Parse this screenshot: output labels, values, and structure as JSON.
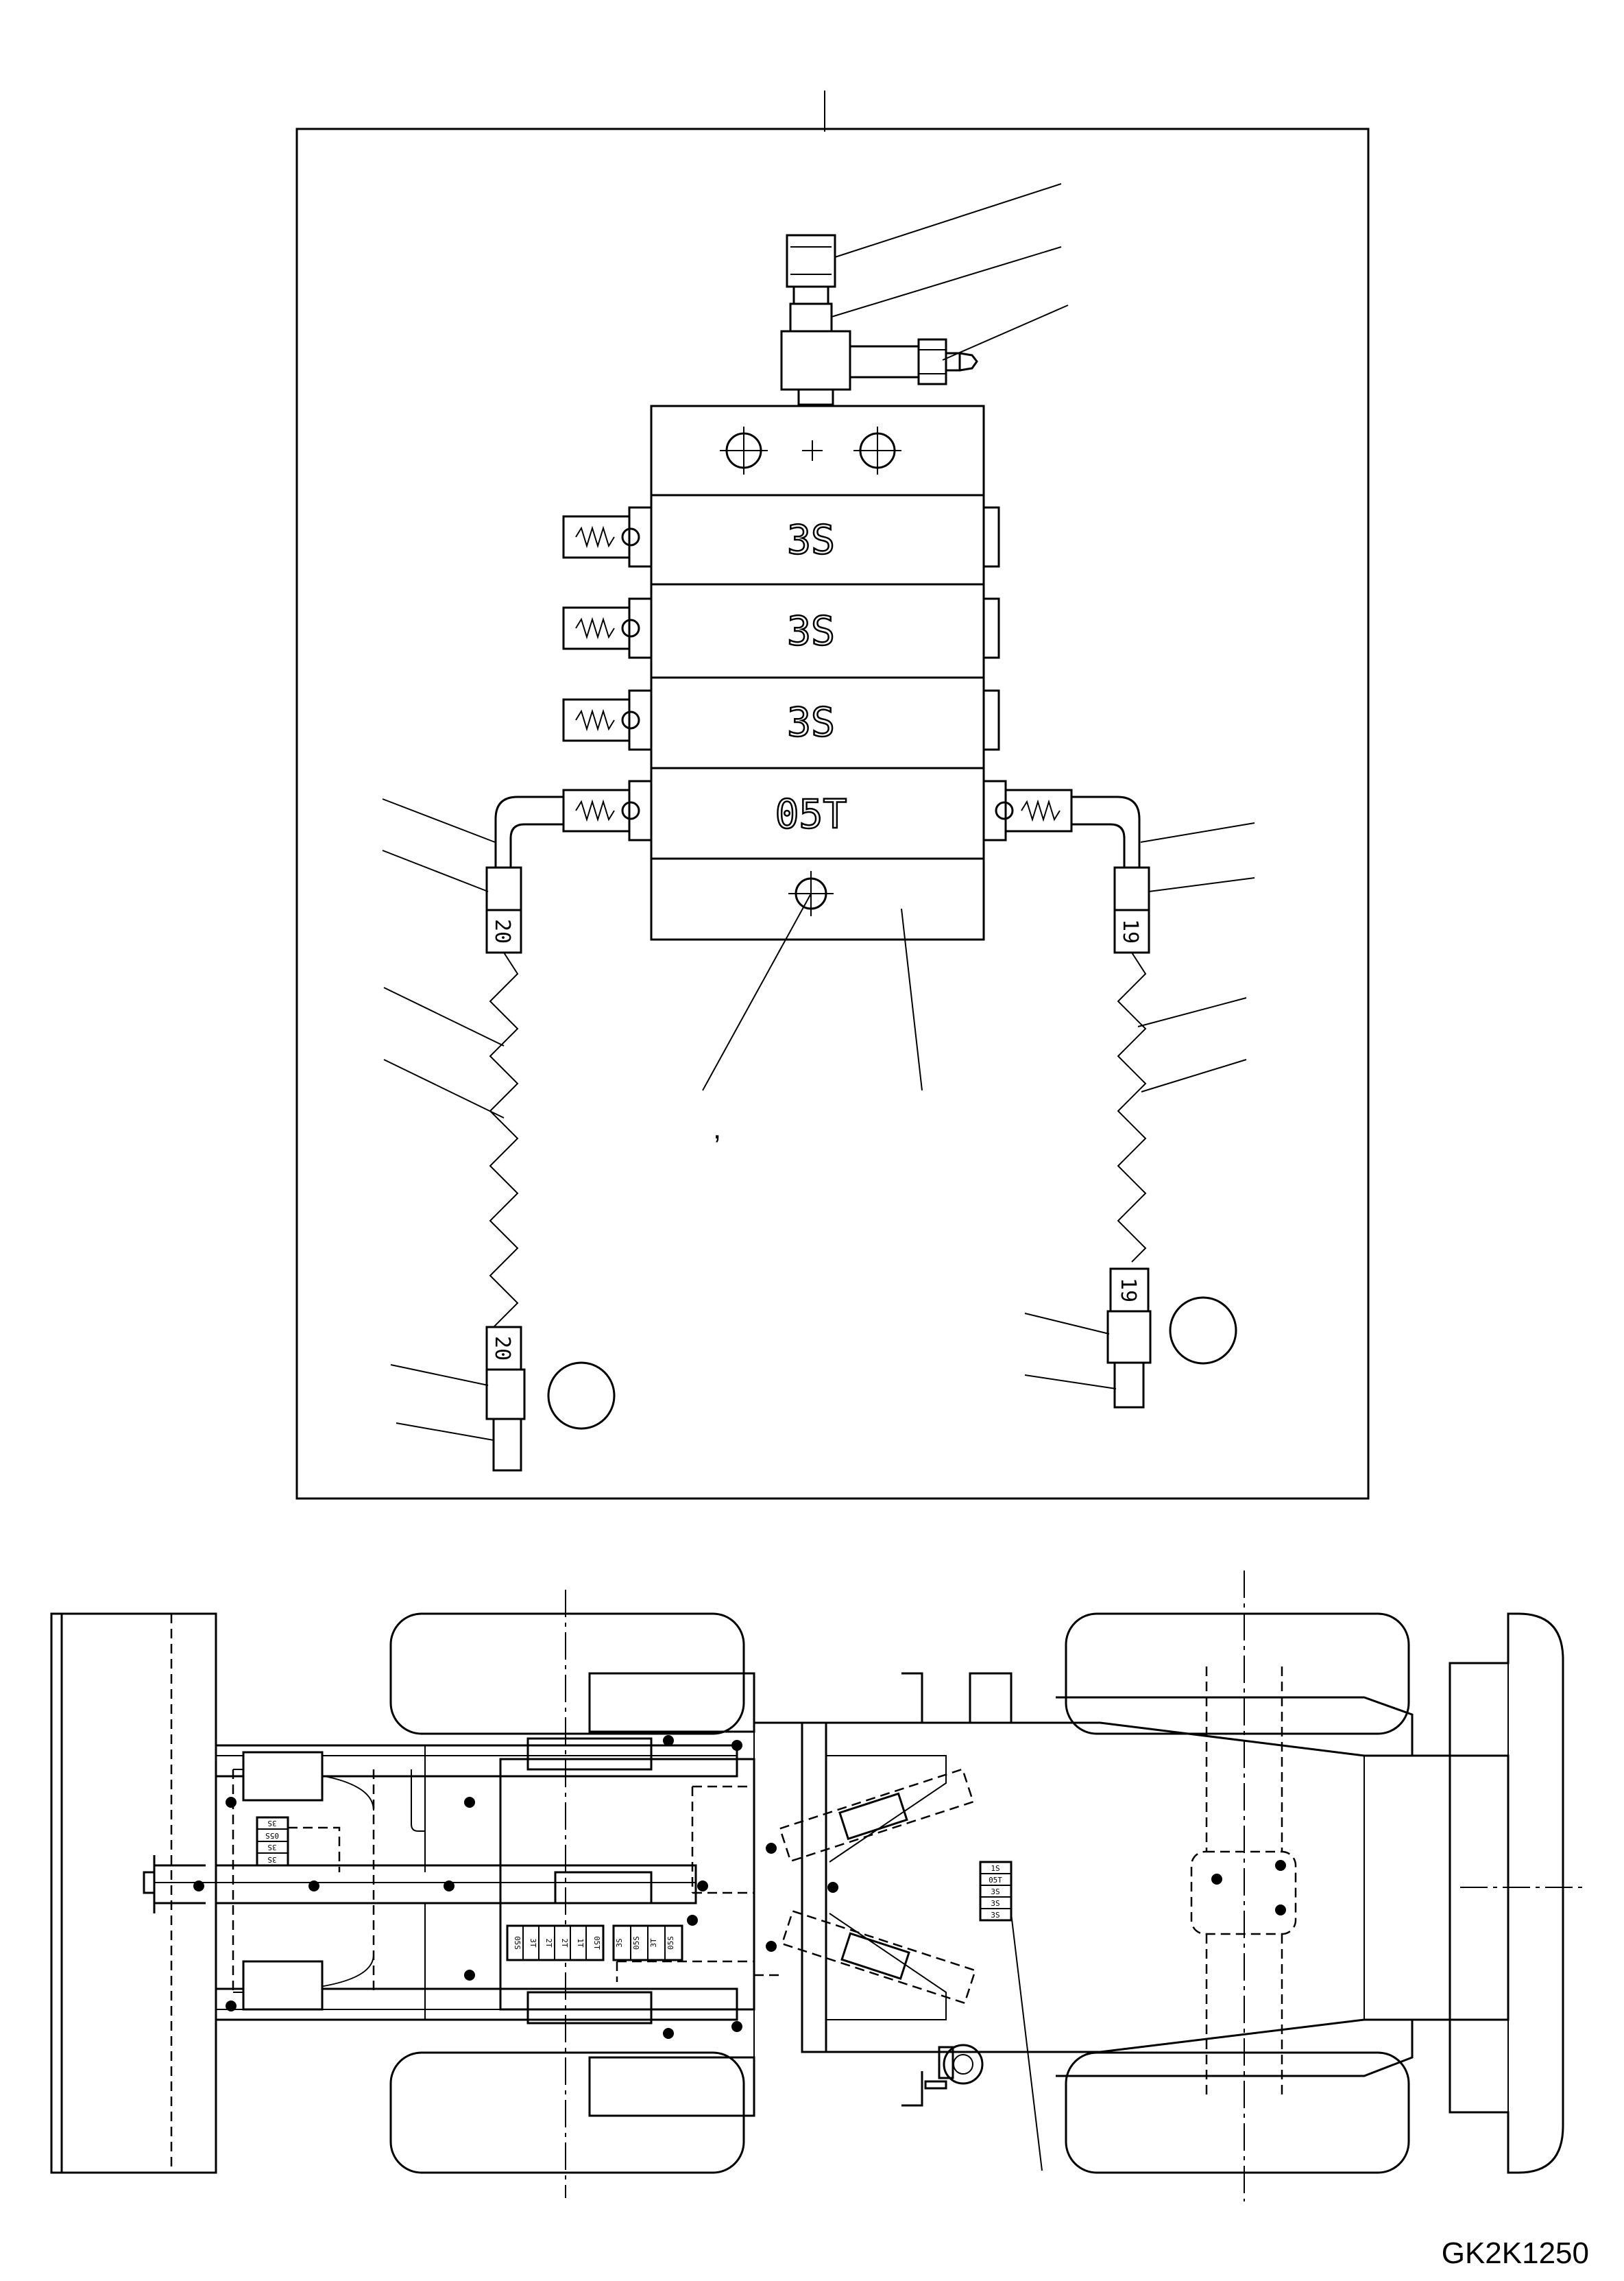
{
  "drawing_code": "GK2K1250",
  "detail_view": {
    "block_labels": [
      "3S",
      "3S",
      "3S",
      "05T"
    ],
    "left_tags": [
      "20",
      "20"
    ],
    "right_tags": [
      "19",
      "19"
    ],
    "stray_mark": ","
  },
  "plan_view": {
    "left_manifold_labels": [
      "3S",
      "05S",
      "3S",
      "3S"
    ],
    "center_manifold_a": [
      "05S",
      "3T",
      "2T",
      "2T",
      "1T",
      "05T"
    ],
    "center_manifold_b": [
      "3S",
      "05S",
      "3T",
      "05S"
    ],
    "right_manifold_labels": [
      "1S",
      "05T",
      "3S",
      "3S",
      "3S"
    ]
  }
}
